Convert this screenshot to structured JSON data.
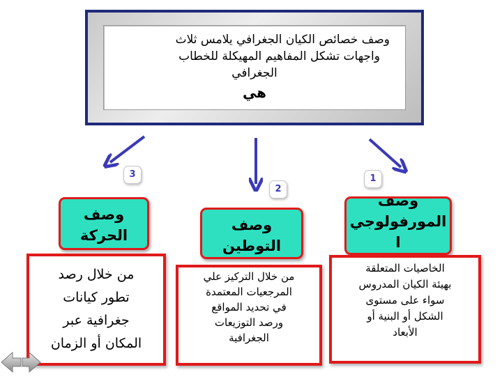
{
  "title": {
    "line1": "وصف خصائص الكيان الجغرافي يلامس ثلاث",
    "line2": "واجهات  تشكل المفاهيم المهيكلة للخطاب",
    "line3": "الجغرافي",
    "line4": "هي"
  },
  "badges": {
    "b1": "1",
    "b2": "2",
    "b3": "3"
  },
  "categories": {
    "morpho": {
      "line1": "وصف",
      "line2": "المورفولوجي",
      "line3": "ا"
    },
    "settlement": {
      "line1": "وصف",
      "line2": "التوطين"
    },
    "movement": {
      "line1": "وصف",
      "line2": "الحركة"
    }
  },
  "descriptions": {
    "morpho": [
      "الخاصيات المتعلقة",
      "بهيئة الكيان المدروس",
      "سواء على مستوى",
      "الشكل أو البنية أو",
      "الأبعاد"
    ],
    "settlement": [
      "من خلال التركيز علي",
      "المرجعيات المعتمدة",
      "في تحديد المواقع",
      "ورصد التوزيعات",
      "الجغرافية"
    ],
    "movement": [
      "من خلال رصد",
      "تطور كيانات",
      "جغرافية عبر",
      "المكان أو الزمان"
    ]
  },
  "colors": {
    "frame_border": "#1e2a7a",
    "arrow": "#3a3ab8",
    "category_fill": "#2ee0c0",
    "box_border": "#e01a1a"
  },
  "icons": {
    "nav": "back-forward-arrows-icon"
  }
}
